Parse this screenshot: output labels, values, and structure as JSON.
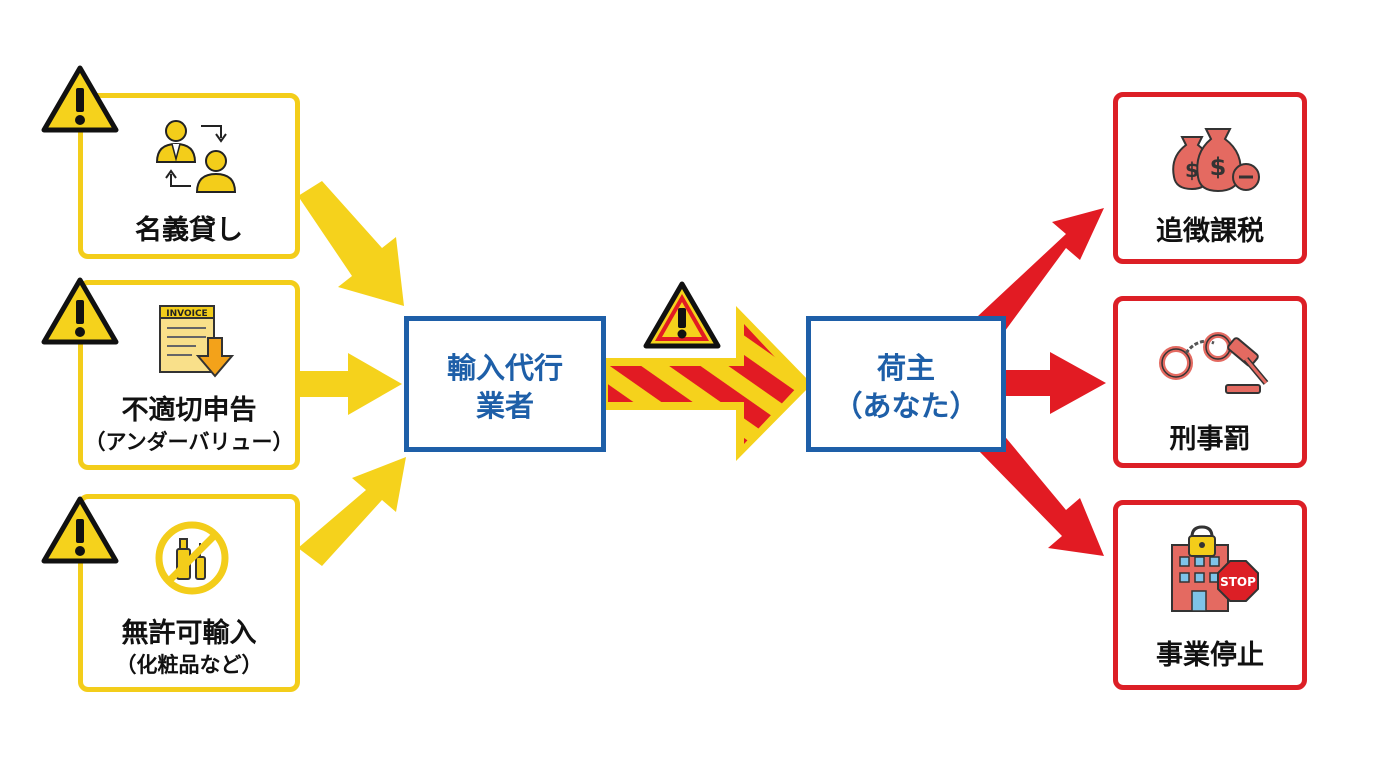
{
  "sources": [
    {
      "label": "名義貸し",
      "icon": "swap-people-icon"
    },
    {
      "label": "不適切申告",
      "sublabel": "（アンダーバリュー）",
      "icon": "invoice-icon",
      "icon_text": "INVOICE"
    },
    {
      "label": "無許可輸入",
      "sublabel": "（化粧品など）",
      "icon": "no-cosmetics-icon"
    }
  ],
  "agent": {
    "line1": "輸入代行",
    "line2": "業者"
  },
  "owner": {
    "line1": "荷主",
    "line2": "（あなた）"
  },
  "consequences": [
    {
      "label": "追徴課税",
      "icon": "money-bags-icon"
    },
    {
      "label": "刑事罰",
      "icon": "handcuffs-gavel-icon"
    },
    {
      "label": "事業停止",
      "icon": "closed-building-stop-icon",
      "icon_text": "STOP"
    }
  ],
  "colors": {
    "warning_yellow": "#f3cd1a",
    "danger_red": "#dc1f26",
    "agent_blue": "#1e5fa8"
  }
}
